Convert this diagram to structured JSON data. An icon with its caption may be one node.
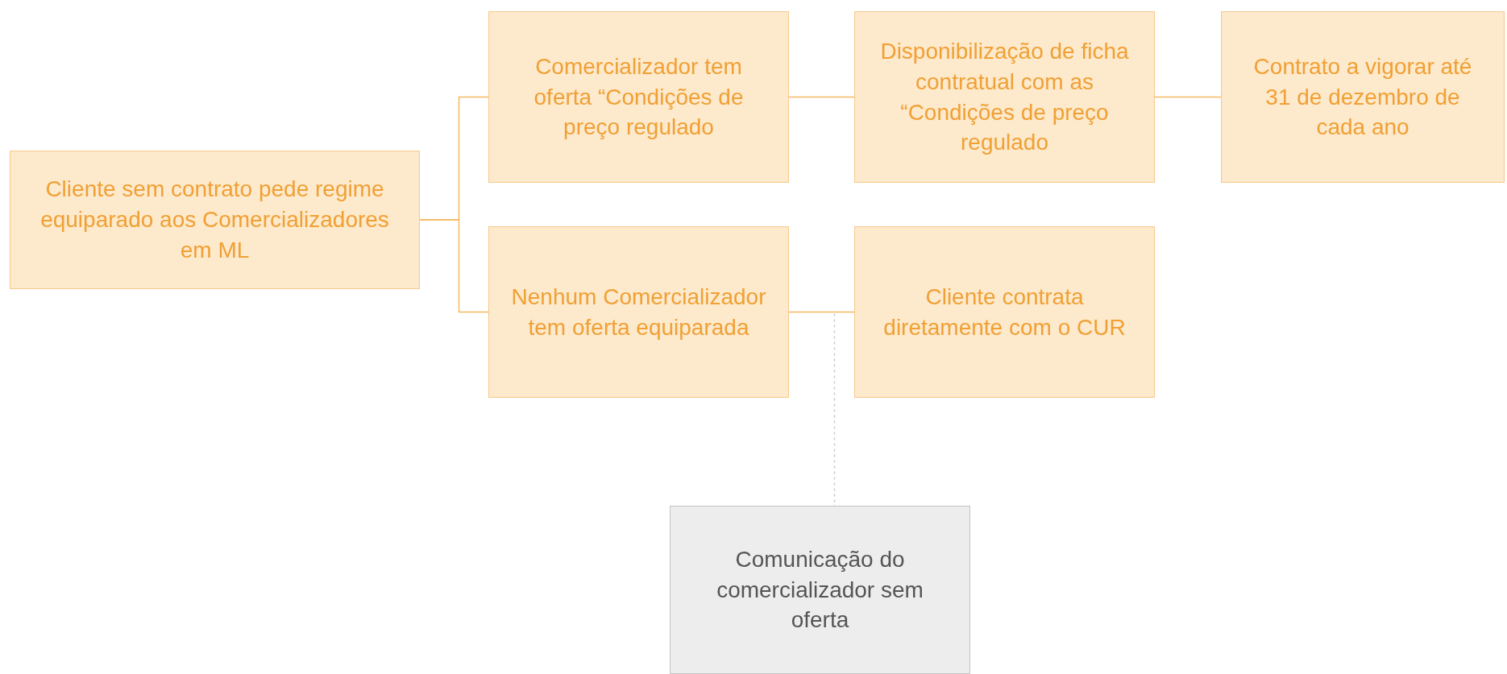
{
  "diagram": {
    "nodes": [
      {
        "text": [
          "Cliente sem contrato pede regime equiparado aos Comercializadores em ML"
        ]
      },
      {
        "text": [
          "Comercializador tem oferta “Condições de preço regulado"
        ]
      },
      {
        "text": [
          "Disponibilização de ficha contratual com as “Condições de preço regulado"
        ]
      },
      {
        "text": [
          "Contrato a vigorar até 31 de dezembro de cada ano"
        ]
      },
      {
        "text": [
          "Nenhum Comercializador tem oferta equiparada"
        ]
      },
      {
        "text": [
          "Cliente contrata diretamente com o CUR"
        ]
      },
      {
        "text": [
          "Comunicação do comercializador sem oferta"
        ]
      }
    ],
    "edges": [
      {
        "from": 0,
        "to": 1,
        "arrow": "none"
      },
      {
        "from": 0,
        "to": 4,
        "arrow": "none"
      },
      {
        "from": 1,
        "to": 2,
        "arrow": "none"
      },
      {
        "from": 2,
        "to": 3,
        "arrow": "none"
      },
      {
        "from": 4,
        "to": 5,
        "arrow": "none"
      },
      {
        "from": null,
        "to": 6,
        "arrow": "none",
        "style": "dashed",
        "color": "#c8c8c8"
      }
    ]
  }
}
